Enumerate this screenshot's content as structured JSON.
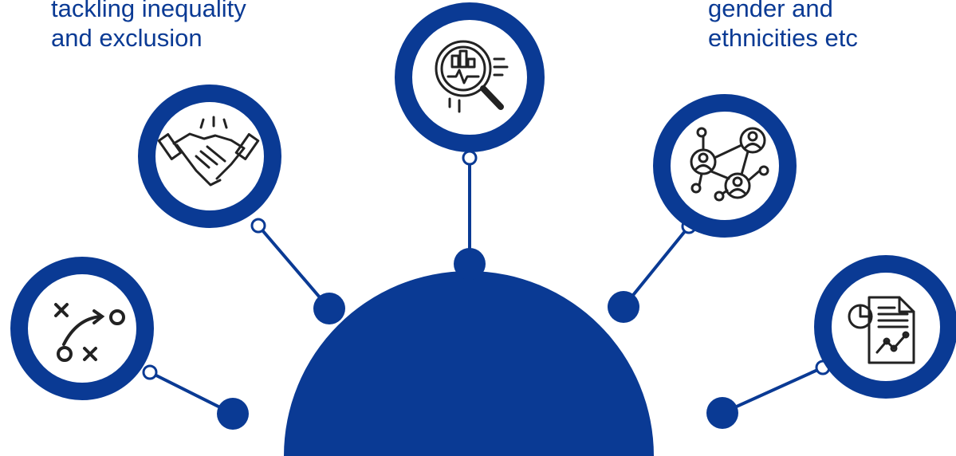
{
  "colors": {
    "primary": "#0a3a94",
    "icon_stroke": "#222222",
    "background": "#ffffff"
  },
  "text_blocks": {
    "left": {
      "line1": "tackling inequality",
      "line2": "and exclusion"
    },
    "right": {
      "line1": "gender and",
      "line2": "ethnicities etc"
    }
  },
  "nodes": [
    {
      "id": "node-strategy",
      "icon": "strategy-plan-icon"
    },
    {
      "id": "node-partnership",
      "icon": "handshake-icon"
    },
    {
      "id": "node-analysis",
      "icon": "magnifier-chart-icon"
    },
    {
      "id": "node-network",
      "icon": "people-network-icon"
    },
    {
      "id": "node-report",
      "icon": "report-chart-icon"
    }
  ],
  "hub": {
    "shape": "semicircle"
  }
}
